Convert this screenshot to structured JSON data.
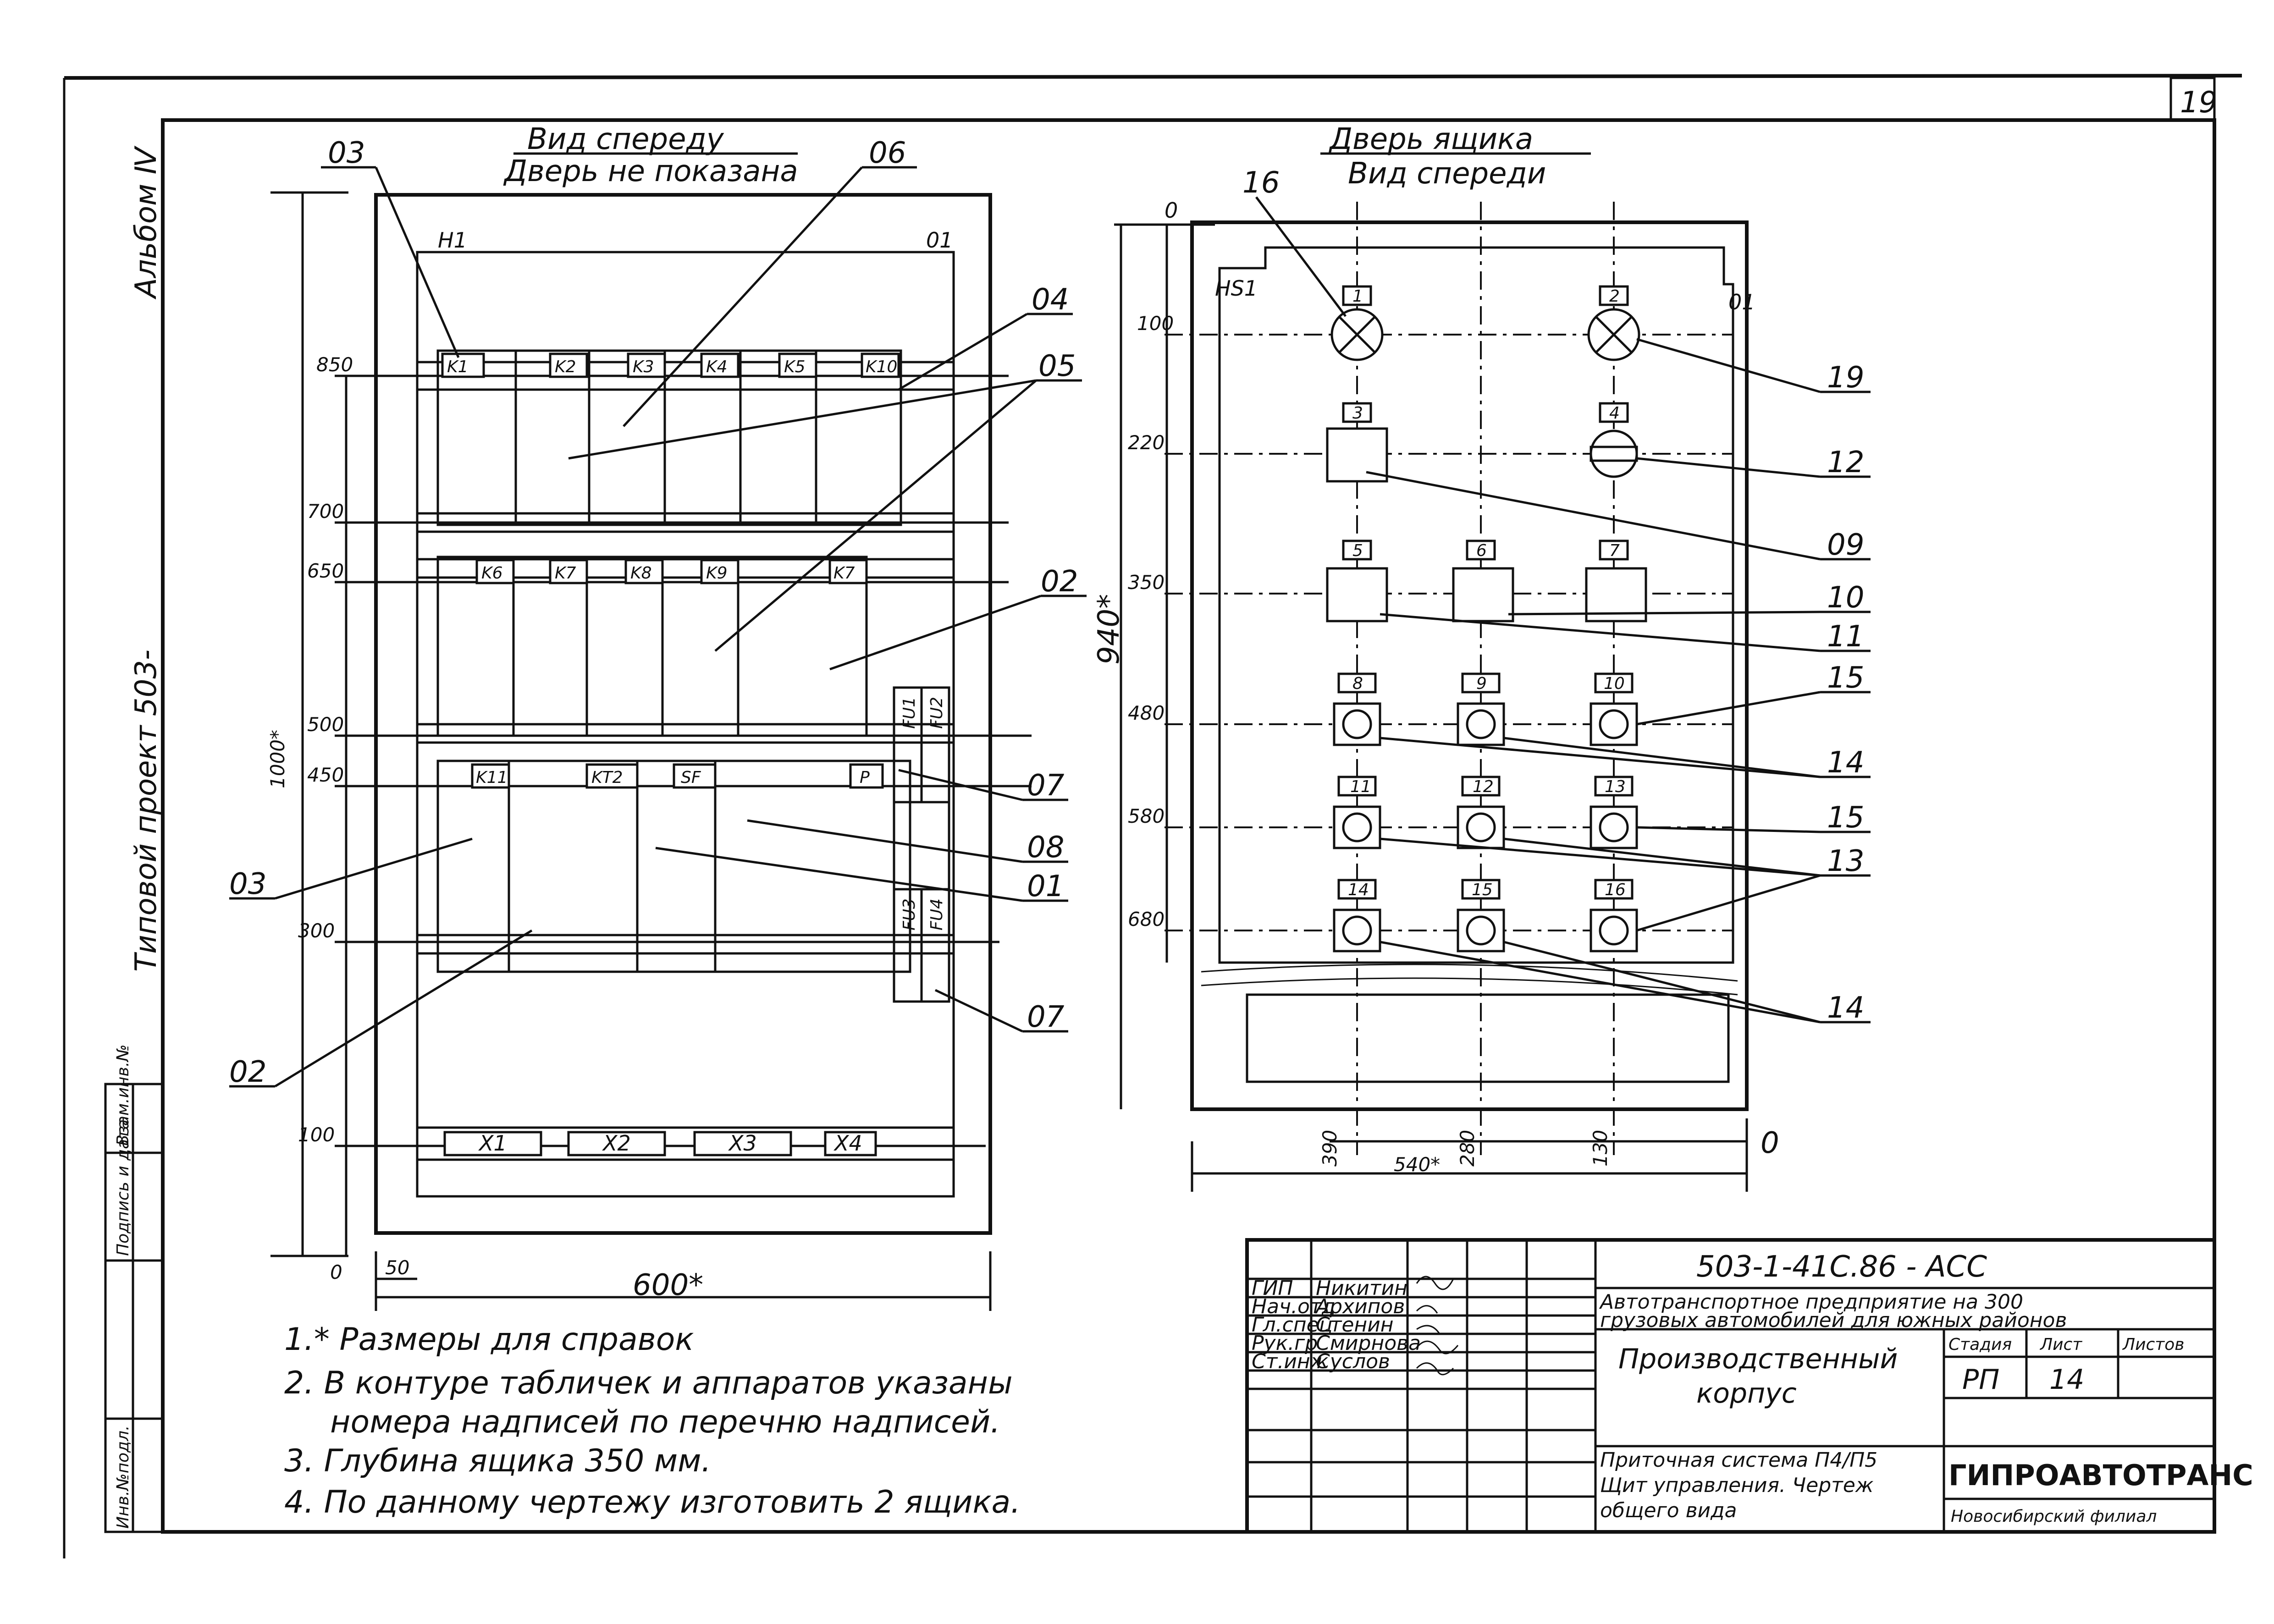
{
  "sheet": {
    "number": "19",
    "album": "Альбом Ⅳ",
    "project": "Типовой проект 503-"
  },
  "side_stamp": [
    "Инв.№подл.",
    "Подпись и дата",
    "Взам.инв.№"
  ],
  "front_view": {
    "title1": "Вид спереду",
    "title2": "Дверь не показана",
    "corner_tags": [
      "H1",
      "01"
    ],
    "dims": [
      "850",
      "700",
      "650",
      "500",
      "450",
      "300",
      "100",
      "0",
      "50",
      "600*",
      "1000*"
    ],
    "row1": [
      "K1",
      "K2",
      "K3",
      "K4",
      "K5",
      "K10"
    ],
    "row2": [
      "K6",
      "K7",
      "K8",
      "K9",
      "K7"
    ],
    "row3": [
      "K11",
      "KT2",
      "SF",
      "P"
    ],
    "fuses": [
      "FU1",
      "FU2",
      "FU3",
      "FU4"
    ],
    "terminals": [
      "X1",
      "X2",
      "X3",
      "X4"
    ],
    "callouts": [
      "03",
      "06",
      "04",
      "05",
      "02",
      "07",
      "08",
      "01",
      "07",
      "03",
      "02"
    ]
  },
  "door_view": {
    "title1": "Дверь ящика",
    "title2": "Вид спереди",
    "tags": [
      "HS1",
      "01",
      "0"
    ],
    "dims": [
      "100",
      "220",
      "350",
      "480",
      "580",
      "680",
      "940*",
      "390",
      "540*",
      "280",
      "130",
      "0"
    ],
    "plates": [
      "1",
      "2",
      "3",
      "4",
      "5",
      "6",
      "7",
      "8",
      "9",
      "10",
      "11",
      "12",
      "13",
      "14",
      "15",
      "16"
    ],
    "callouts": [
      "16",
      "19",
      "12",
      "09",
      "10",
      "11",
      "15",
      "14",
      "15",
      "13",
      "14"
    ]
  },
  "notes": [
    "1.* Размеры для справок",
    "2. В контуре табличек и аппаратов указаны",
    "номера надписей по перечню надписей.",
    "3. Глубина ящика 350 мм.",
    "4. По данному чертежу изготовить 2 ящика."
  ],
  "title_block": {
    "code": "503-1-41С.86 - АСС",
    "roles": [
      "ГИП",
      "Нач.отд",
      "Гл.спец",
      "Рук.гр",
      "Ст.инж"
    ],
    "names": [
      "Никитин",
      "Архипов",
      "Стенин",
      "Смирнова",
      "Суслов"
    ],
    "org_line1": "Автотранспортное предприятие на 300",
    "org_line2": "грузовых автомобилей для южных районов",
    "building1": "Производственный",
    "building2": "корпус",
    "desc1": "Приточная система П4/П5",
    "desc2": "Щит управления. Чертеж",
    "desc3": "общего вида",
    "stage_h": "Стадия",
    "sheet_h": "Лист",
    "sheets_h": "Листов",
    "stage": "РП",
    "sheet": "14",
    "company": "ГИПРОАВТОТРАНС",
    "branch": "Новосибирский филиал"
  }
}
